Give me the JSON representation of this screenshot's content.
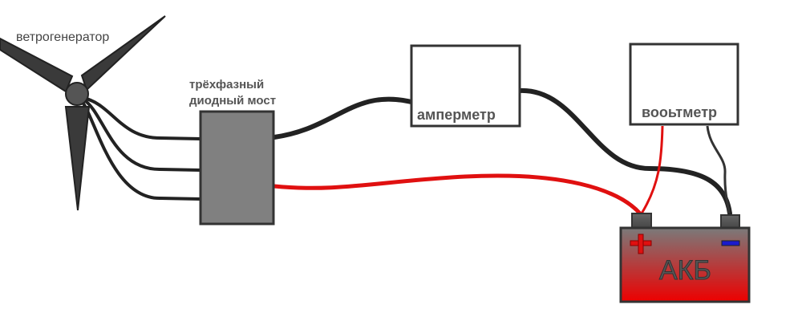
{
  "labels": {
    "wind_turbine": "ветрогенератор",
    "bridge_line1": "трёхфазный",
    "bridge_line2": "диодный мост",
    "ammeter": "амперметр",
    "voltmeter": "вооьтметр",
    "battery": "АКБ"
  },
  "battery_terminals": {
    "positive": "+",
    "negative": "−"
  },
  "colors": {
    "wire_black": "#222222",
    "wire_red": "#e01010",
    "box_gray": "#808080",
    "battery_top": "#7a7a7a",
    "battery_bottom": "#ee0000",
    "negative_mark": "#1a1acc"
  }
}
